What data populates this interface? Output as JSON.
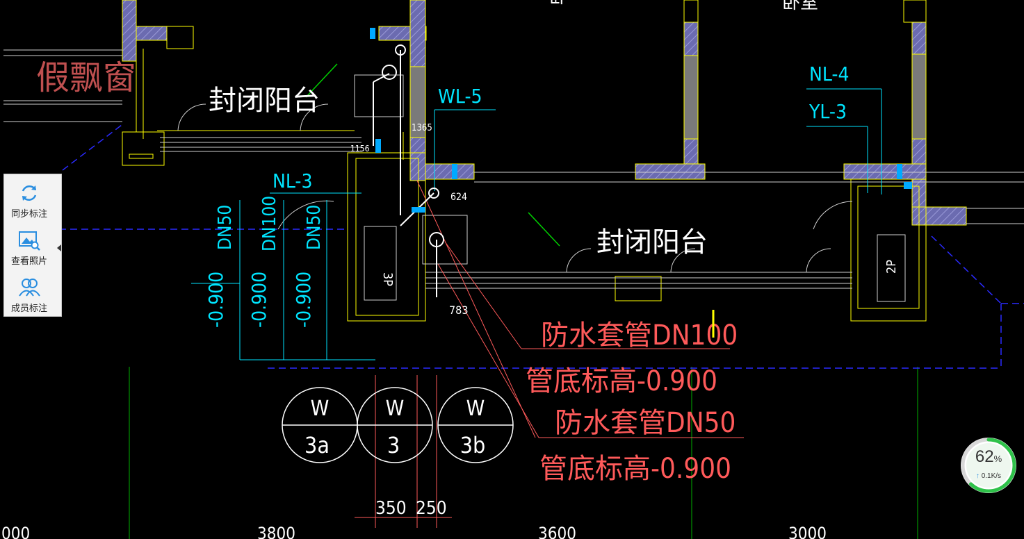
{
  "drawing": {
    "labels": {
      "fake_bay_window": "假飘窗",
      "closed_balcony_1": "封闭阳台",
      "closed_balcony_2": "封闭阳台",
      "wl5": "WL-5",
      "nl3": "NL-3",
      "nl4": "NL-4",
      "yl3": "YL-3",
      "room_top_left": "卧",
      "room_top_right": "卧室",
      "dn50_1": "DN50",
      "dn100": "DN100",
      "dn50_2": "DN50",
      "elev_1": "-0.900",
      "elev_2": "-0.900",
      "elev_3": "-0.900",
      "sleeve_dn100": "防水套管DN100",
      "bottom_elev_1": "管底标高-0.900",
      "sleeve_dn50": "防水套管DN50",
      "bottom_elev_2": "管底标高-0.900",
      "box_3p": "3P",
      "box_2p": "2P",
      "dim_1365": "1365",
      "dim_1156": "1156",
      "dim_624": "624",
      "dim_783": "783",
      "dim_350": "350",
      "dim_250": "250",
      "axis_3800": "3800",
      "axis_3600": "3600",
      "axis_3000": "3000",
      "axis_left": "000"
    },
    "axis_bubbles": [
      {
        "top": "W",
        "bottom": "3a"
      },
      {
        "top": "W",
        "bottom": "3"
      },
      {
        "top": "W",
        "bottom": "3b"
      }
    ],
    "colors": {
      "wall_fill": "#6b6bb0",
      "wall_edge": "#ffff00",
      "blue_line": "#2a2aff",
      "cyan": "#00e5ff",
      "red": "#ff5a5a",
      "white": "#ffffff",
      "green": "#00c800"
    }
  },
  "side_panel": {
    "items": [
      {
        "label": "同步标注",
        "icon": "sync-icon"
      },
      {
        "label": "查看照片",
        "icon": "photo-search-icon"
      },
      {
        "label": "成员标注",
        "icon": "members-icon"
      }
    ]
  },
  "speed_widget": {
    "percent": "62",
    "percent_unit": "%",
    "rate": "0.1K/s",
    "progress_fraction": 0.62
  }
}
